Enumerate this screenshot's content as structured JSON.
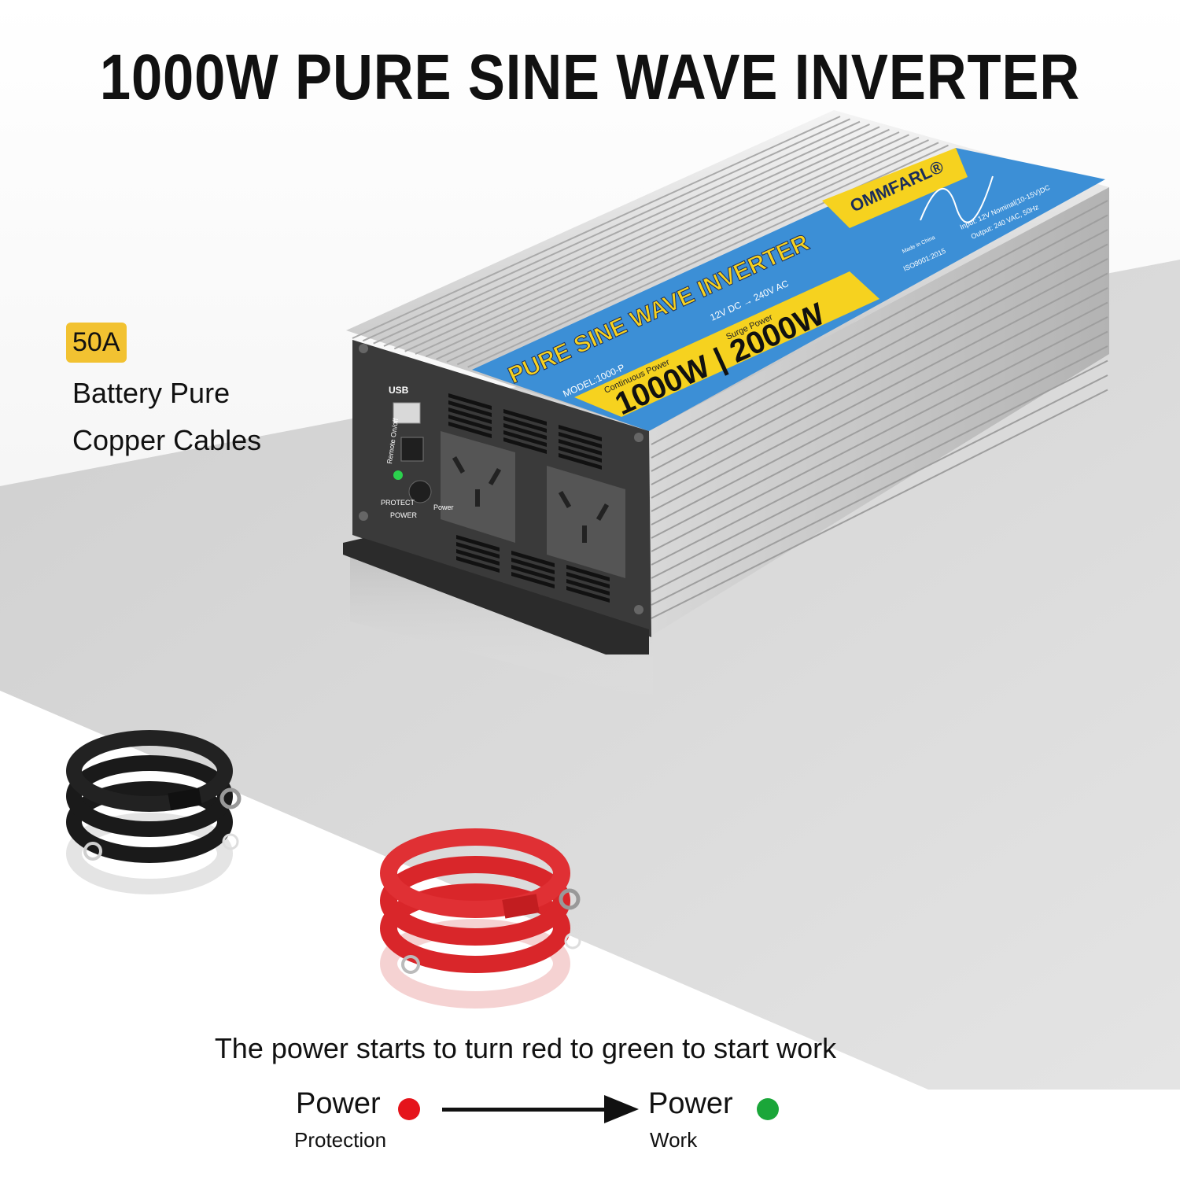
{
  "title": "1000W PURE SINE WAVE INVERTER",
  "cable_info": {
    "badge": "50A",
    "line1": "Battery Pure",
    "line2": "Copper Cables"
  },
  "product_label": {
    "brand": "OMMFARL®",
    "headline": "PURE SINE WAVE INVERTER",
    "model": "MODEL:1000-P",
    "conversion": "12V DC → 240V AC",
    "continuous_label": "Continuous Power",
    "surge_label": "Surge Power",
    "power_rating": "1000W | 2000W",
    "input_spec": "Input: 12V Nominal(10-15V)DC",
    "output_spec": "Output: 240 VAC, 50Hz",
    "iso": "ISO9001:2015",
    "made_in": "Made in China"
  },
  "panel_labels": {
    "usb": "USB",
    "remote": "Remote On/off",
    "protect": "PROTECT",
    "power": "POWER",
    "power_button": "Power"
  },
  "instruction": "The power starts to turn red to green to start work",
  "status_flow": {
    "from_label": "Power",
    "from_sub": "Protection",
    "from_color": "#e5141b",
    "to_label": "Power",
    "to_sub": "Work",
    "to_color": "#1aa639"
  },
  "colors": {
    "label_blue": "#3c8fd6",
    "label_yellow": "#f6d21f",
    "cable_black": "#1a1a1a",
    "cable_red": "#d9262a"
  }
}
